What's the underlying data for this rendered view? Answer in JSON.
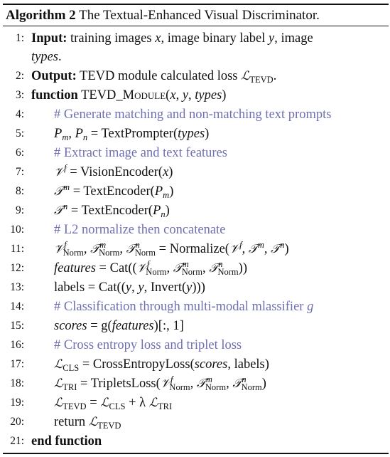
{
  "caption": {
    "label": "Algorithm 2",
    "title": "The Textual-Enhanced Visual Discriminator."
  },
  "lines": [
    {
      "num": "1:"
    },
    {
      "num": "2:"
    },
    {
      "num": "3:"
    },
    {
      "num": "4:",
      "comment": "# Generate matching and non-matching text prompts"
    },
    {
      "num": "5:"
    },
    {
      "num": "6:",
      "comment": "# Extract image and text features"
    },
    {
      "num": "7:"
    },
    {
      "num": "8:"
    },
    {
      "num": "9:"
    },
    {
      "num": "10:",
      "comment": "# L2 normalize then concatenate"
    },
    {
      "num": "11:"
    },
    {
      "num": "12:"
    },
    {
      "num": "13:"
    },
    {
      "num": "14:",
      "comment": "# Classification through multi-modal mlassifier"
    },
    {
      "num": "15:"
    },
    {
      "num": "16:",
      "comment": "# Cross entropy loss and triplet loss"
    },
    {
      "num": "17:"
    },
    {
      "num": "18:"
    },
    {
      "num": "19:"
    },
    {
      "num": "20:"
    },
    {
      "num": "21:"
    }
  ],
  "text": {
    "input_kw": "Input:",
    "input_1": "training images",
    "input_2": ", image binary label",
    "input_3": ", image",
    "input_cont": "types",
    "output_kw": "Output:",
    "output_1": "TEVD module calculated loss",
    "function_kw": "function",
    "end_function": "end function",
    "text_prompter": "TextPrompter",
    "vision_encoder": "VisionEncoder",
    "text_encoder": "TextEncoder",
    "normalize": "Normalize",
    "cat": "Cat",
    "labels": "labels",
    "invert": "Invert",
    "cross_entropy": "CrossEntropyLoss",
    "triplets": "TripletsLoss",
    "return": "return",
    "norm_sub": "Norm"
  }
}
